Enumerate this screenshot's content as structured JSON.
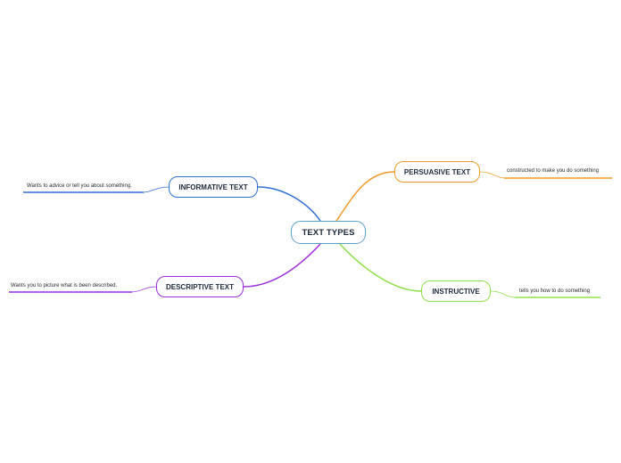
{
  "mindmap": {
    "central": {
      "label": "TEXT TYPES"
    },
    "topics": [
      {
        "id": "informative",
        "label": "INFORMATIVE TEXT",
        "color": "#2f6fd6",
        "detail": "Wants to advice or tell you about something."
      },
      {
        "id": "persuasive",
        "label": "PERSUASIVE TEXT",
        "color": "#f09a2a",
        "detail": "constructed to make you do something"
      },
      {
        "id": "descriptive",
        "label": "DESCRIPTIVE TEXT",
        "color": "#9b2ee0",
        "detail": "Wants you to picture what is been described."
      },
      {
        "id": "instructive",
        "label": "INSTRUCTIVE",
        "color": "#8ee04a",
        "detail": "tells you how to do something"
      }
    ]
  }
}
